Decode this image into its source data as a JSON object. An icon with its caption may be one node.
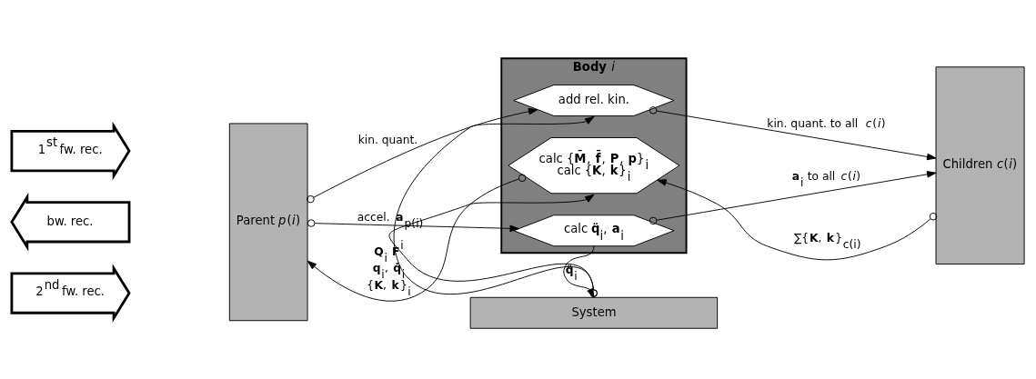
{
  "diagram": {
    "nodes": [
      {
        "text": [
          "1$^{st}$ fw. rec."
        ]
      },
      {
        "text": [
          "bw. rec."
        ]
      },
      {
        "text": [
          "2$^{nd}$ fw. rec."
        ]
      },
      {
        "text": [
          "Parent *p*(*i*)"
        ]
      },
      {
        "text": [
          "**Body** *i*"
        ]
      },
      {
        "text": [
          "add rel. kin."
        ],
        "in": 4
      },
      {
        "text": [
          "calc {**M̄**, **f̄**, **P**, **p**}$_{i}$",
          "calc {**K**, **k**}$_{i}$"
        ],
        "in": 4
      },
      {
        "text": [
          "calc **q̈**$_{i}$, **a**$_{i}$"
        ],
        "in": 4
      },
      {
        "text": [
          "Children *c*(*i*)"
        ]
      },
      {
        "text": [
          "System"
        ]
      }
    ],
    "edges": [
      {
        "from": 3,
        "to": 5,
        "arrow": "to",
        "label": "kin. quant."
      },
      {
        "from": 6,
        "to": 3,
        "arrow": "to",
        "label": "{**K**, **k**}$_{i}$"
      },
      {
        "from": 3,
        "to": 7,
        "arrow": "to",
        "label": "accel. **a**$_{p(i)}$"
      },
      {
        "from": 5,
        "to": 8,
        "arrow": "to",
        "label": "kin. quant. to all *c*(*i*)"
      },
      {
        "from": 8,
        "to": 6,
        "arrow": "to",
        "label": "∑{**K**, **k**}$_{c(i)}$"
      },
      {
        "from": 7,
        "to": 8,
        "arrow": "to",
        "label": "**a**$_{i}$ to all *c*(*i*)"
      },
      {
        "from": 9,
        "to": 5,
        "arrow": "to",
        "label": "**q**$_{i}$, **q̇**$_{i}$"
      },
      {
        "from": 9,
        "to": 6,
        "arrow": "to",
        "label": "**Q**$_{i}$ **F**$^{i}$"
      },
      {
        "from": 7,
        "to": 9,
        "arrow": "to",
        "label": "**q̈**$_{i}$"
      }
    ]
  }
}
